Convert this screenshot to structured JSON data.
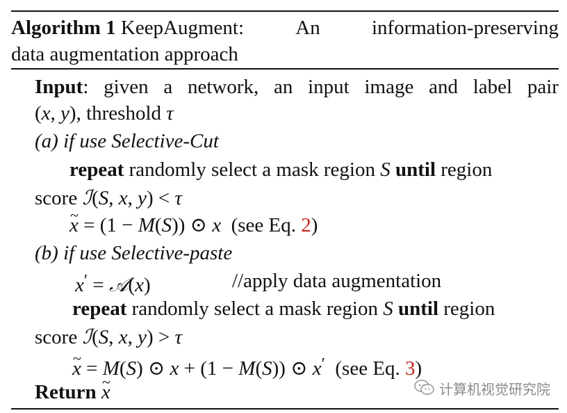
{
  "algorithm": {
    "label": "Algorithm 1",
    "title_words": [
      "KeepAugment:",
      "An",
      "information-preserving"
    ],
    "title_line2": "data augmentation approach"
  },
  "input": {
    "label": "Input",
    "line1_words": [
      ":",
      "given",
      "a",
      "network,",
      "an",
      "input",
      "image",
      "and",
      "label",
      "pair"
    ],
    "line2_text": ", threshold "
  },
  "selective_cut": {
    "heading": "(a) if use Selective-Cut",
    "repeat_kw": "repeat",
    "repeat_text": " randomly select a mask region ",
    "until_kw": "until",
    "region_word": " region",
    "score_word": "score ",
    "eq_ref_prefix": "(see Eq. ",
    "eq_ref_num": "2",
    "eq_ref_suffix": ")"
  },
  "selective_paste": {
    "heading": "(b) if use Selective-paste",
    "apply_comment": "//apply data augmentation",
    "repeat_kw": "repeat",
    "repeat_text": " randomly select a mask region ",
    "until_kw": "until",
    "region_word": " region",
    "score_word": "score ",
    "eq_ref_prefix": "(see Eq. ",
    "eq_ref_num": "3",
    "eq_ref_suffix": ")"
  },
  "return": {
    "label": "Return"
  },
  "watermark": {
    "text": "计算机视觉研究院"
  },
  "colors": {
    "text": "#111111",
    "ref": "#c0221b",
    "watermark": "#8a8a8a"
  }
}
